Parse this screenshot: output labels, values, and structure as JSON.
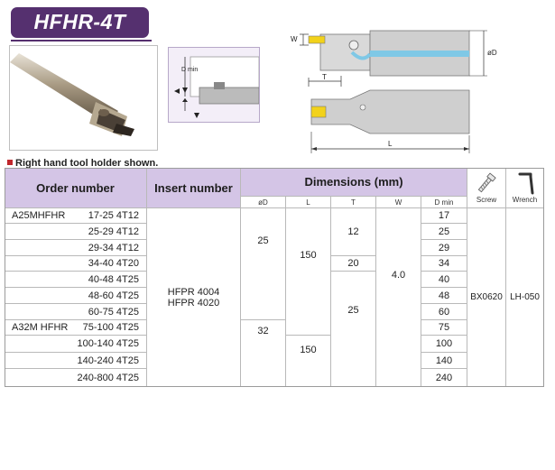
{
  "header": {
    "title": "HFHR-4T"
  },
  "inset": {
    "dim_label": "D min"
  },
  "drawing": {
    "w_label": "W",
    "t_label": "T",
    "d_label": "øD",
    "l_label": "L"
  },
  "note": "Right hand tool holder shown.",
  "table": {
    "headers": {
      "order": "Order number",
      "insert": "Insert number",
      "dimensions": "Dimensions (mm)",
      "screw": "Screw",
      "wrench": "Wrench"
    },
    "subheaders": {
      "d": "øD",
      "l": "L",
      "t": "T",
      "w": "W",
      "dmin": "D min"
    },
    "groups": [
      "A25MHFHR",
      "A32M HFHR"
    ],
    "ranges": [
      "17-25 4T12",
      "25-29 4T12",
      "29-34 4T12",
      "34-40 4T20",
      "40-48 4T25",
      "48-60 4T25",
      "60-75 4T25",
      "75-100 4T25",
      "100-140 4T25",
      "140-240 4T25",
      "240-800 4T25"
    ],
    "insert": [
      "HFPR 4004",
      "HFPR 4020"
    ],
    "d_values": [
      "25",
      "32"
    ],
    "l_values": [
      "150",
      "150"
    ],
    "t_values": [
      "12",
      "20",
      "25"
    ],
    "w_value": "4.0",
    "dmin_values": [
      "17",
      "25",
      "29",
      "34",
      "40",
      "48",
      "60",
      "75",
      "100",
      "140",
      "240"
    ],
    "screw": "BX0620",
    "wrench": "LH-050"
  },
  "icons": [
    "screw-icon",
    "hex-wrench-icon"
  ],
  "colors": {
    "brand": "#55306f",
    "header_fill": "#d4c5e6",
    "insert_yellow": "#f2d21b",
    "coolant_blue": "#7fc8e6"
  }
}
